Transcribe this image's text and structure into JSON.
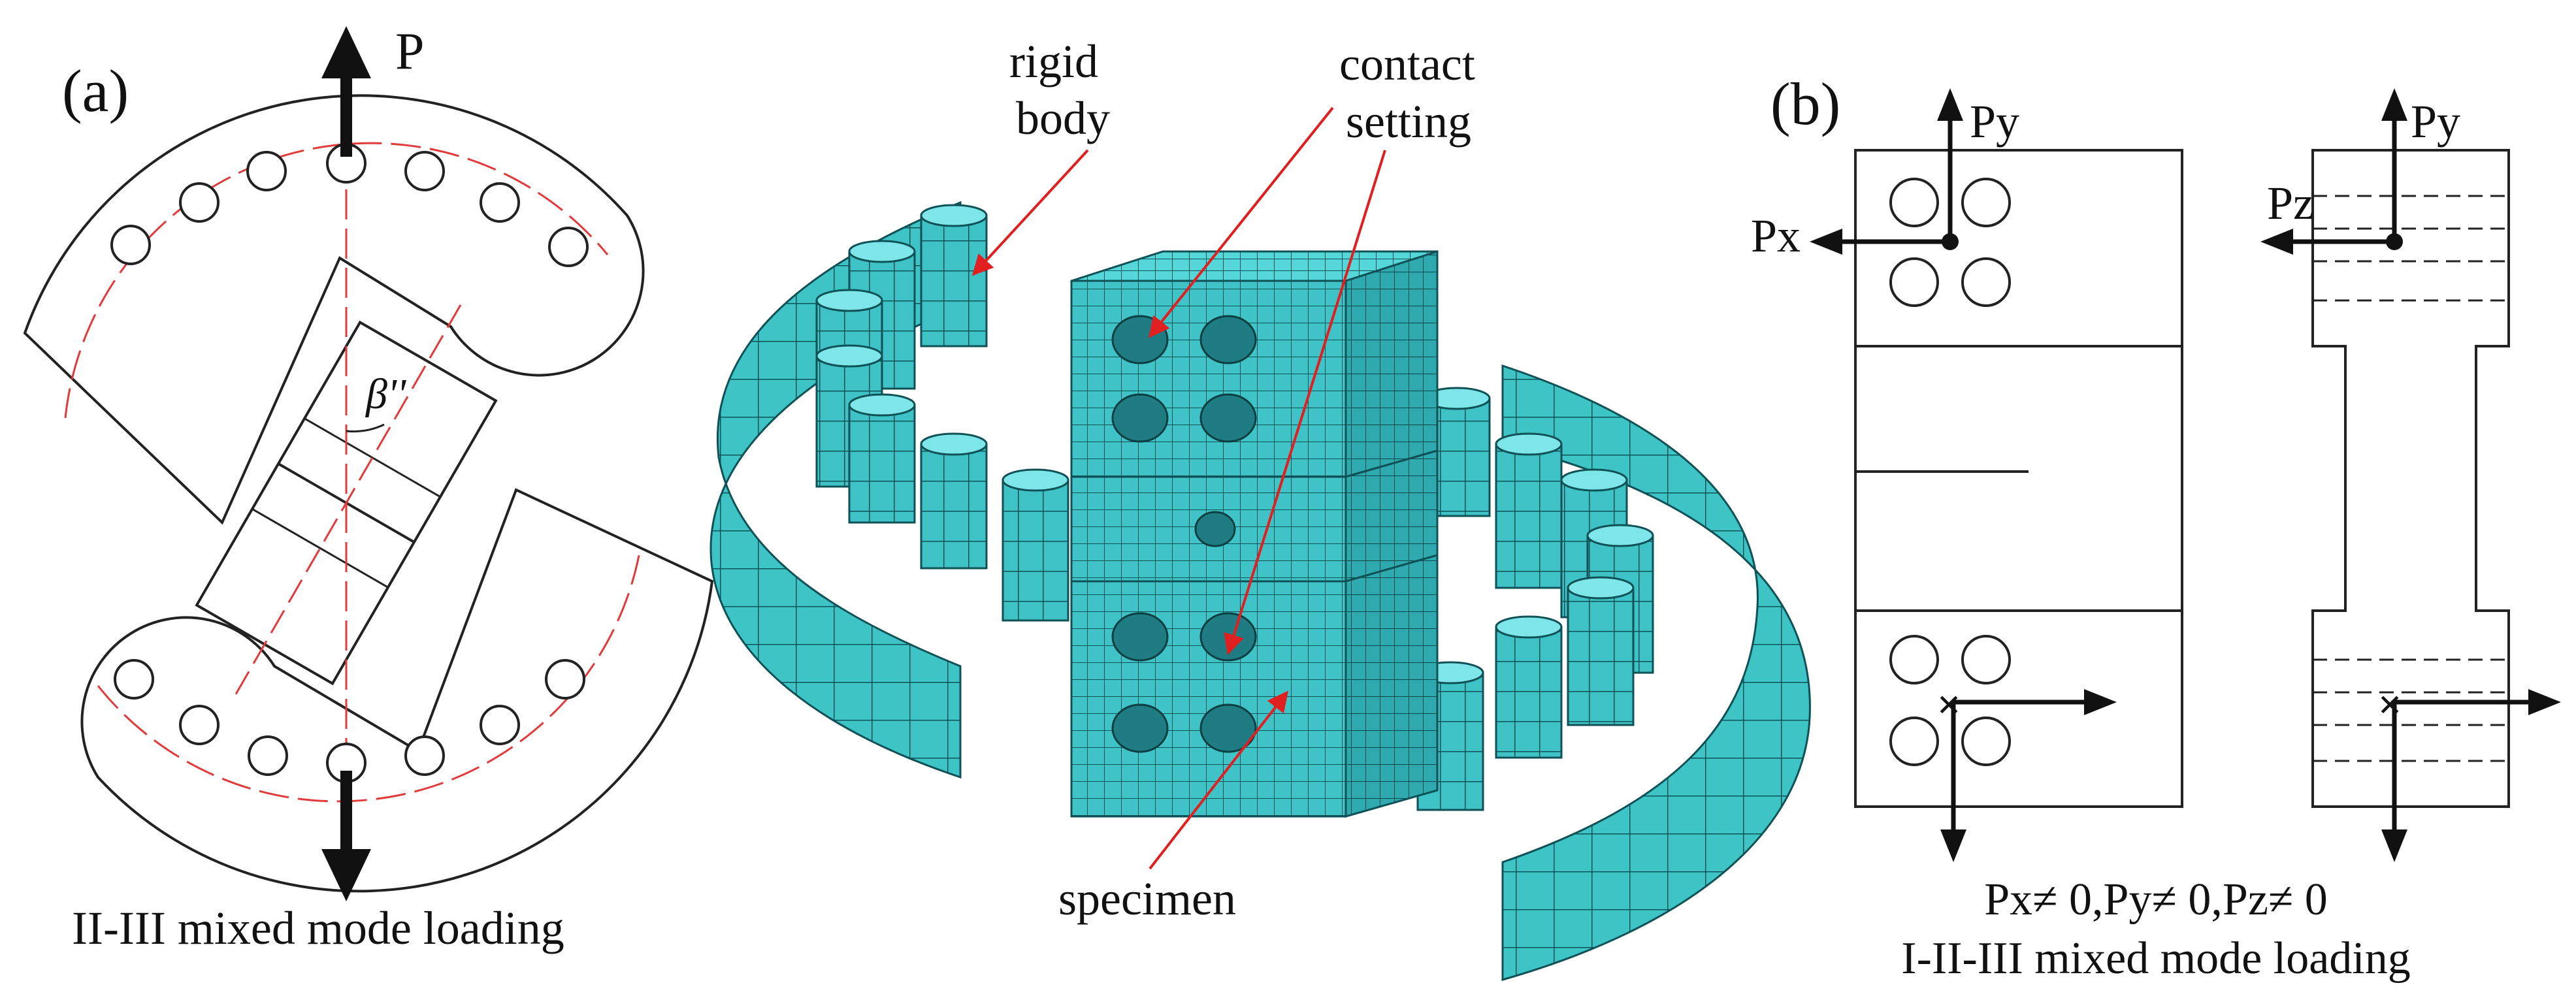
{
  "panel_a": {
    "label": "(a)",
    "force_label": "P",
    "angle_label": "β''",
    "caption": "II-III mixed mode loading"
  },
  "fe_model": {
    "rigid_body_line1": "rigid",
    "rigid_body_line2": "body",
    "contact_line1": "contact",
    "contact_line2": "setting",
    "specimen_label": "specimen"
  },
  "panel_b": {
    "label": "(b)",
    "py_left": "Py",
    "px_label": "Px",
    "py_right": "Py",
    "pz_label": "Pz",
    "condition": "Px≠ 0,Py≠ 0,Pz≠ 0",
    "caption": "I-II-III mixed mode loading"
  },
  "colors": {
    "mesh_fill": "#3fc4c4",
    "mesh_light": "#52d8d8",
    "mesh_dark": "#2aa1a5",
    "mesh_line": "#0d4d52",
    "dash_red": "#e23a3a",
    "arrow_red": "#e02020"
  }
}
